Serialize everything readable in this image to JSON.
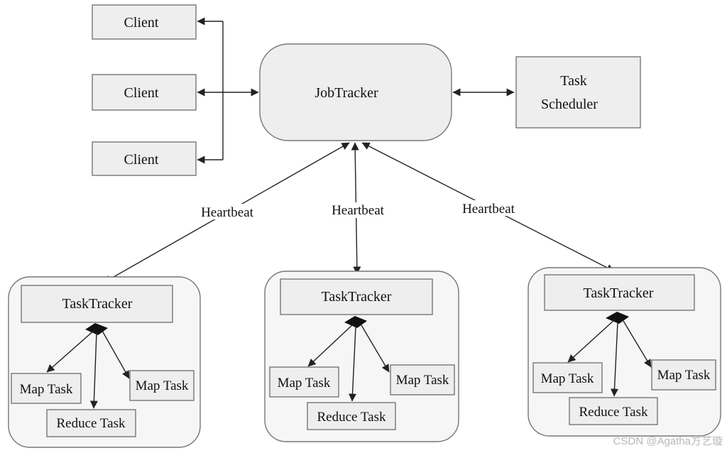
{
  "clients": [
    "Client",
    "Client",
    "Client"
  ],
  "jobtracker": "JobTracker",
  "scheduler": [
    "Task",
    "Scheduler"
  ],
  "heartbeat": "Heartbeat",
  "tasktracker": "TaskTracker",
  "map_task": "Map Task",
  "reduce_task": "Reduce Task",
  "watermark": "CSDN @Agatha方艺璇"
}
